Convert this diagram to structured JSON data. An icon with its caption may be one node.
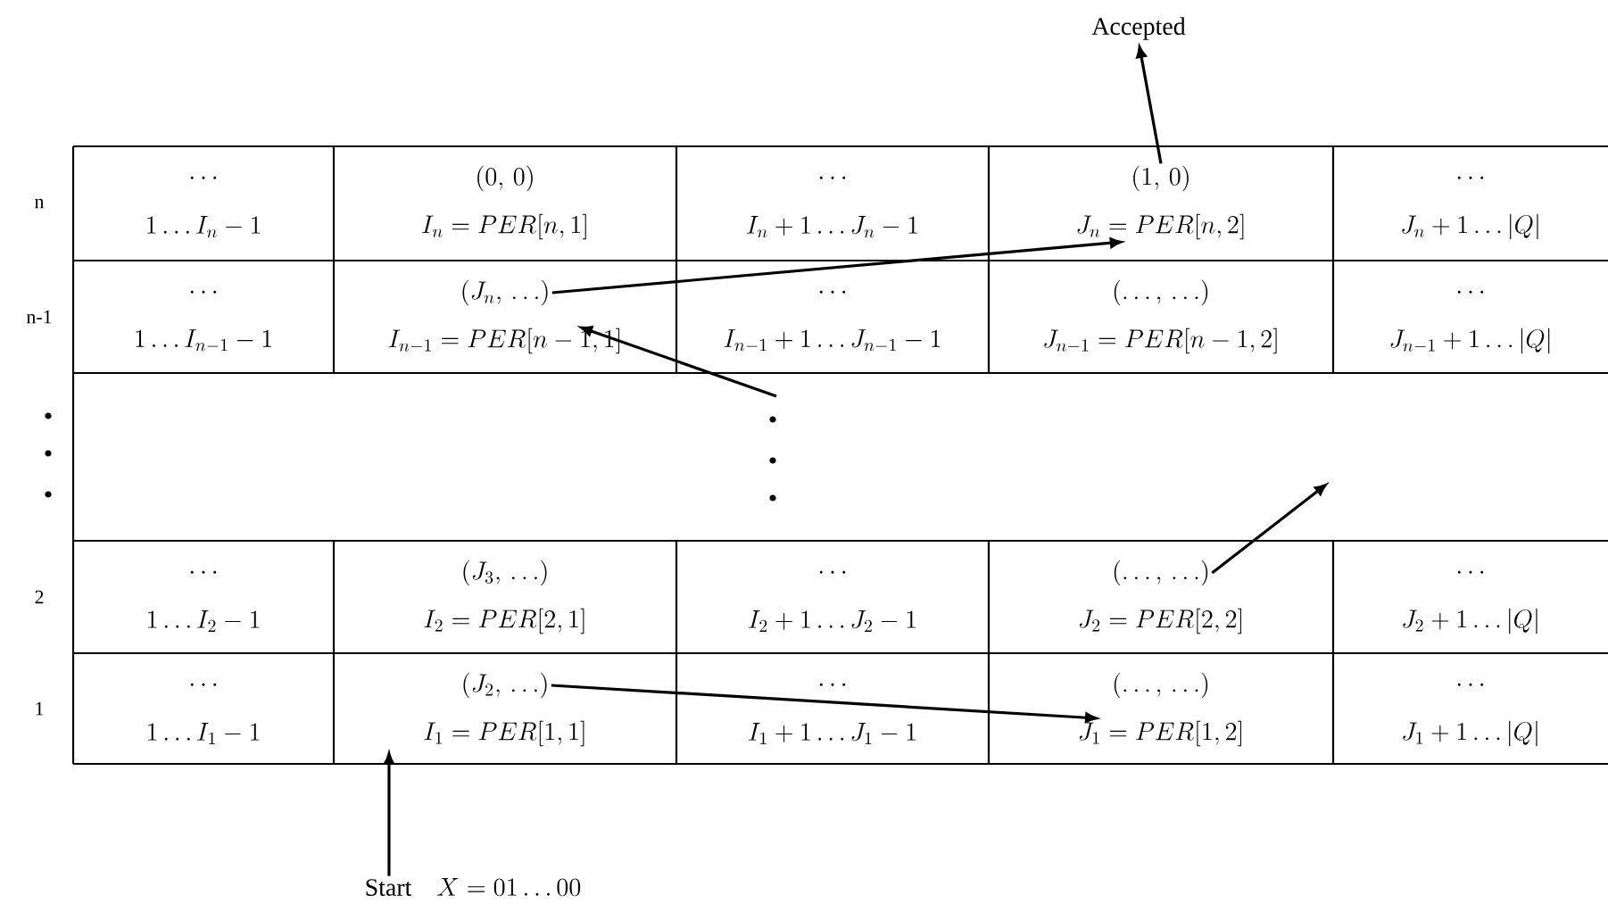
{
  "diagram": {
    "nodes": [
      {
        "text": [
          "Accepted"
        ]
      },
      {
        "text": [
          "(1,\\,0)"
        ]
      },
      {
        "text": [
          "J_n=PER[n,2]"
        ]
      },
      {
        "text": [
          "(J_n,\\,\\ldots)"
        ]
      },
      {
        "text": [
          "I_{n-1}=PER[n-1,1]"
        ]
      },
      {
        "text": [
          "(\\ldots,\\,\\ldots)"
        ]
      },
      {
        "text": [
          "(J_2,\\,\\ldots)"
        ]
      },
      {
        "text": [
          "J_1=PER[1,2]"
        ]
      },
      {
        "text": [
          "I_1=PER[1,1]"
        ]
      },
      {
        "text": [
          "Start",
          "X=01\\ldots 00"
        ]
      }
    ],
    "edges": [
      {
        "from": 9,
        "to": 8,
        "arrow": "to"
      },
      {
        "from": 6,
        "to": 7,
        "arrow": "to"
      },
      {
        "from": 5,
        "to": null,
        "arrow": "to"
      },
      {
        "from": null,
        "to": 4,
        "arrow": "to"
      },
      {
        "from": 3,
        "to": 2,
        "arrow": "to"
      },
      {
        "from": 1,
        "to": 0,
        "arrow": "to"
      }
    ],
    "labels": [
      "n",
      "\\cdots",
      "1\\ldots I_n-1",
      "(0,\\,0)",
      "I_n=PER[n,1]",
      "\\cdots",
      "I_n+1\\ldots J_n-1",
      "\\cdots",
      "J_n+1\\ldots |Q|",
      "n-1",
      "\\cdots",
      "1\\ldots I_{n-1}-1",
      "\\cdots",
      "I_{n-1}+1\\ldots J_{n-1}-1",
      "(\\ldots,\\,\\ldots)",
      "J_{n-1}=PER[n-1,2]",
      "\\cdots",
      "J_{n-1}+1\\ldots |Q|",
      "2",
      "\\cdots",
      "1\\ldots I_2-1",
      "(J_3,\\,\\ldots)",
      "I_2=PER[2,1]",
      "\\cdots",
      "I_2+1\\ldots J_2-1",
      "J_2=PER[2,2]",
      "\\cdots",
      "J_2+1\\ldots |Q|",
      "1",
      "\\cdots",
      "1\\ldots I_1-1",
      "\\cdots",
      "I_1+1\\ldots J_1-1",
      "(\\ldots,\\,\\ldots)",
      "\\cdots",
      "J_1+1\\ldots |Q|"
    ]
  }
}
